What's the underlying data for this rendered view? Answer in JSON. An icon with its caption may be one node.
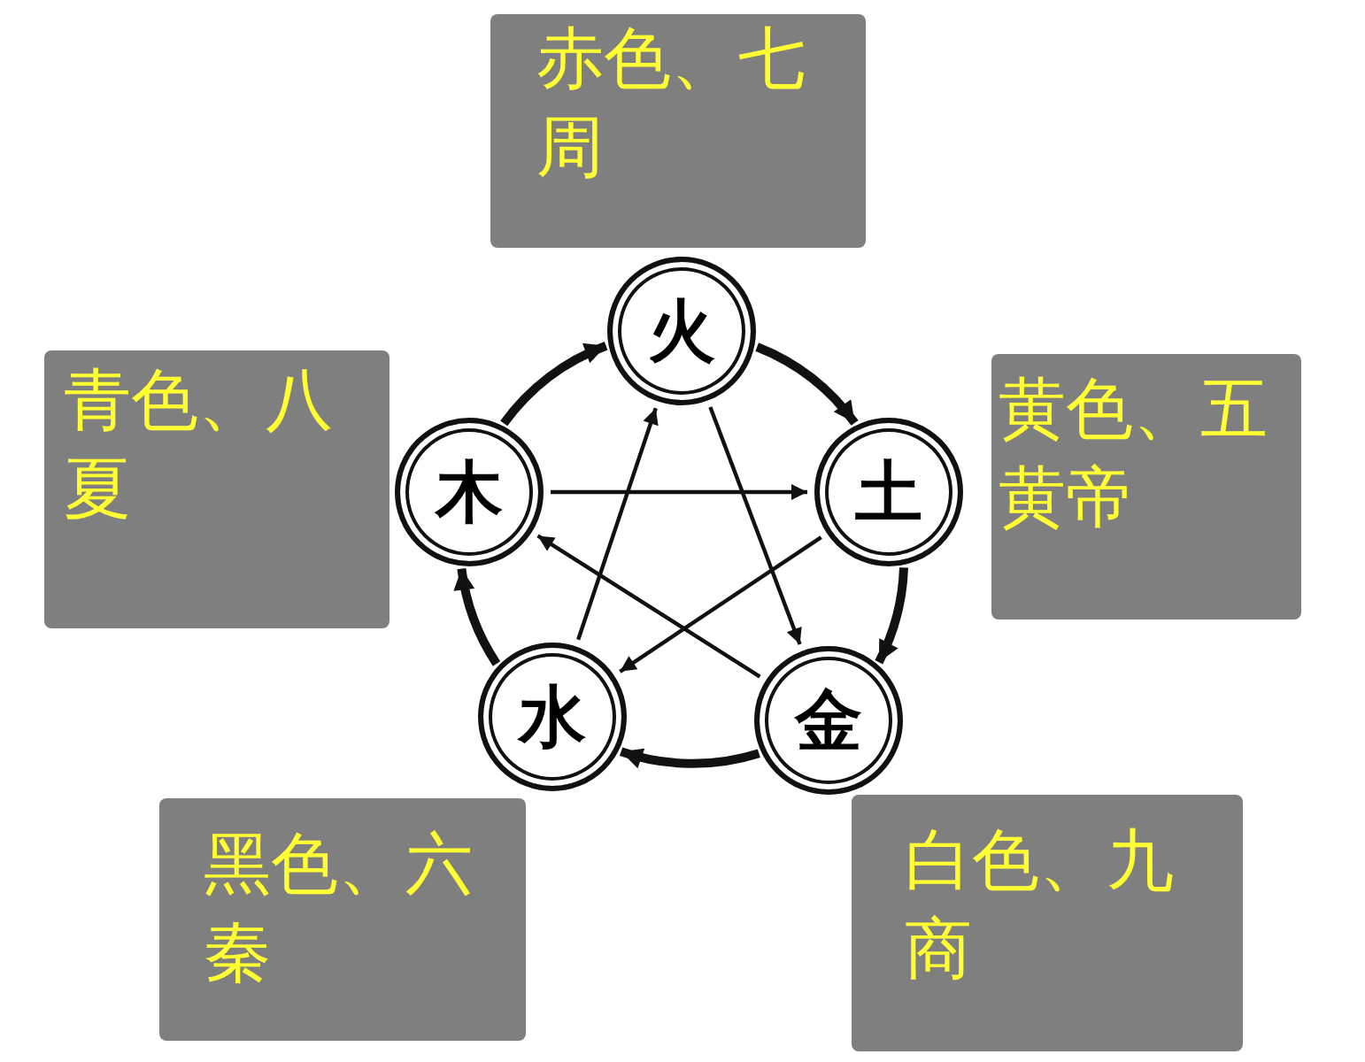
{
  "diagram": {
    "nodes": [
      {
        "text": [
          "赤色、七",
          "周"
        ]
      },
      {
        "text": [
          "火"
        ]
      },
      {
        "text": [
          "青色、八",
          "夏"
        ]
      },
      {
        "text": [
          "木"
        ]
      },
      {
        "text": [
          "土"
        ]
      },
      {
        "text": [
          "黄色、五",
          "黄帝"
        ]
      },
      {
        "text": [
          "水"
        ]
      },
      {
        "text": [
          "金"
        ]
      },
      {
        "text": [
          "黑色、六",
          "秦"
        ]
      },
      {
        "text": [
          "白色、九",
          "商"
        ]
      }
    ],
    "edges": [
      {
        "from": 3,
        "to": 1,
        "arrow": "to",
        "style": "thick"
      },
      {
        "from": 1,
        "to": 4,
        "arrow": "to",
        "style": "thick"
      },
      {
        "from": 4,
        "to": 7,
        "arrow": "to",
        "style": "thick"
      },
      {
        "from": 7,
        "to": 6,
        "arrow": "to",
        "style": "thick"
      },
      {
        "from": 6,
        "to": 3,
        "arrow": "to",
        "style": "thick"
      },
      {
        "from": 3,
        "to": 4,
        "arrow": "to"
      },
      {
        "from": 1,
        "to": 7,
        "arrow": "to"
      },
      {
        "from": 4,
        "to": 6,
        "arrow": "to"
      },
      {
        "from": 7,
        "to": 3,
        "arrow": "to"
      },
      {
        "from": 6,
        "to": 1,
        "arrow": "to"
      }
    ]
  }
}
